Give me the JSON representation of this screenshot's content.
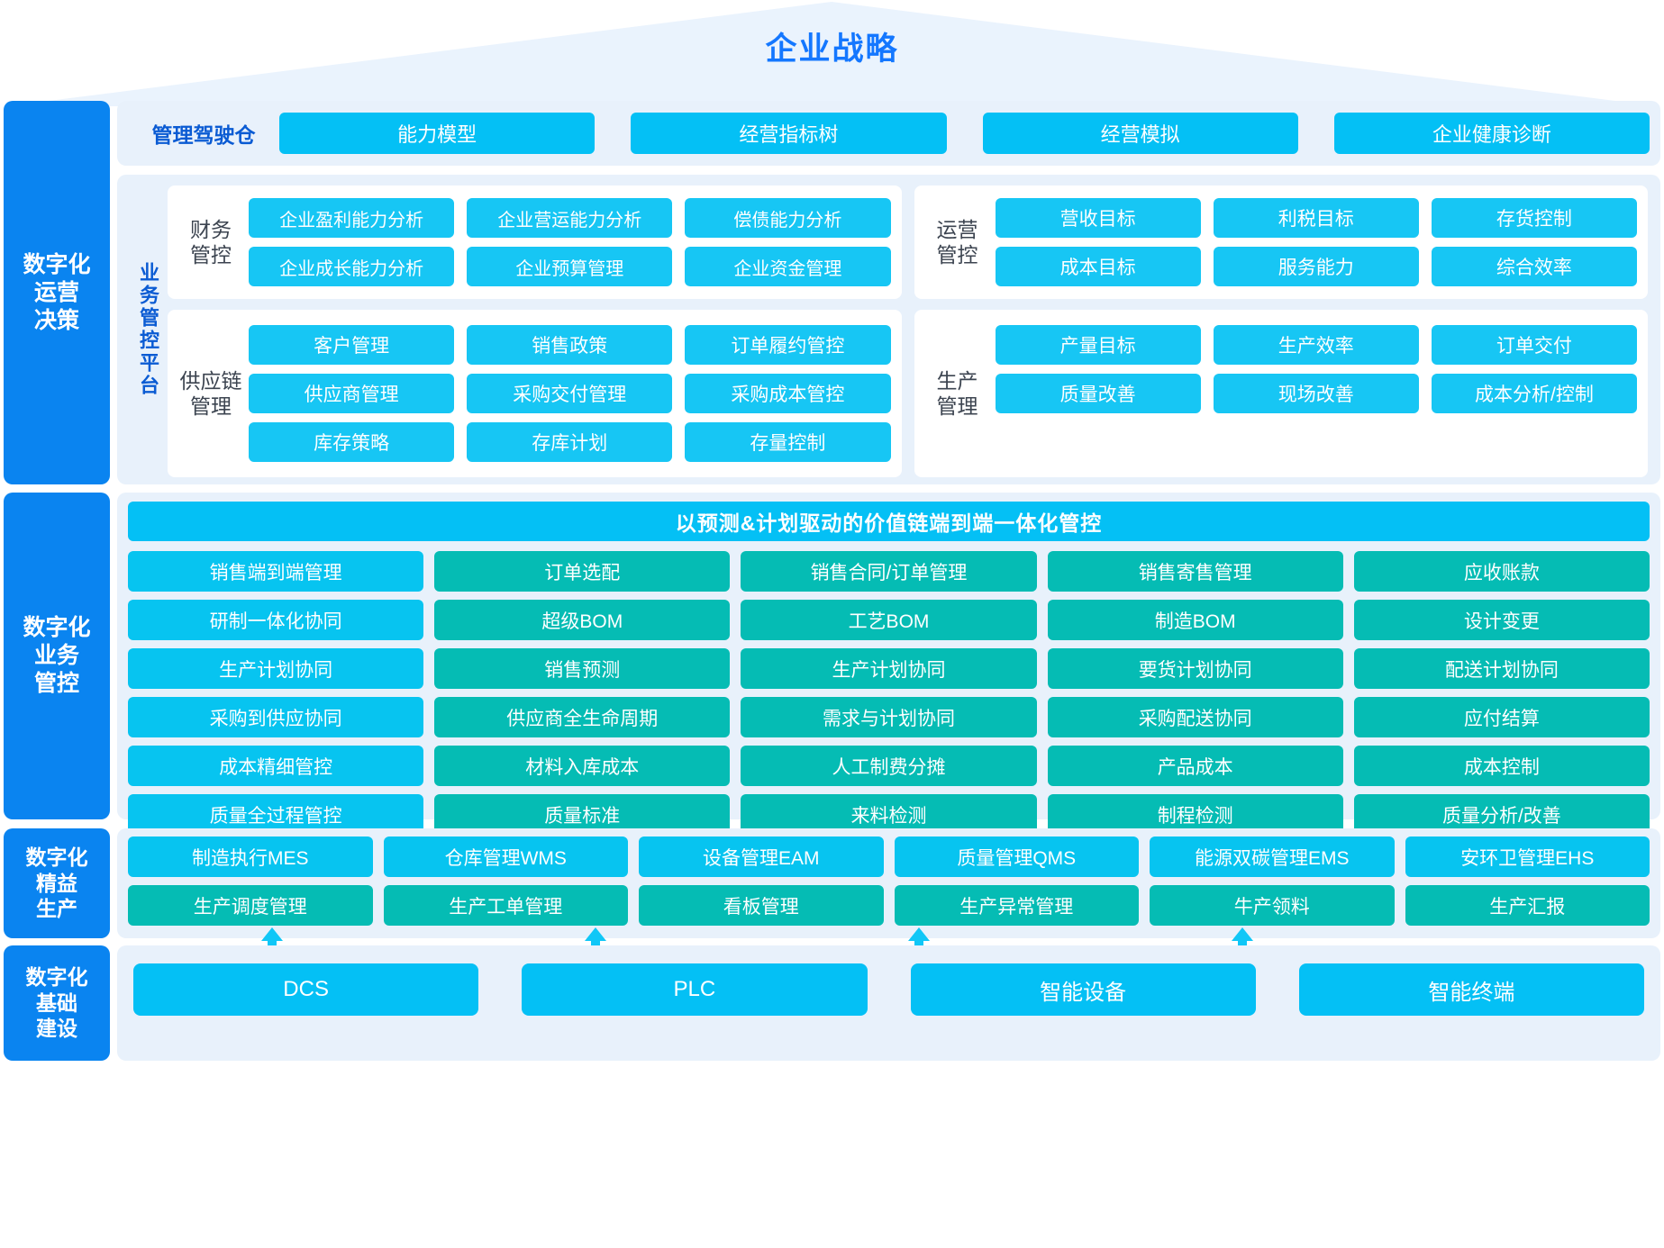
{
  "roof": {
    "title": "企业战略"
  },
  "rails": [
    {
      "name": "digital-operation-decision",
      "lines": [
        "数字化",
        "运营",
        "决策"
      ]
    },
    {
      "name": "digital-business-control",
      "lines": [
        "数字化",
        "业务",
        "管控"
      ]
    },
    {
      "name": "digital-lean-production",
      "lines": [
        "数字化",
        "精益",
        "生产"
      ]
    },
    {
      "name": "digital-infrastructure",
      "lines": [
        "数字化",
        "基础",
        "建设"
      ]
    }
  ],
  "cockpit": {
    "label": "管理驾驶仓",
    "items": [
      "能力模型",
      "经营指标树",
      "经营模拟",
      "企业健康诊断"
    ]
  },
  "platform": {
    "label": "业务管控平台",
    "cards": [
      {
        "title": [
          "财务",
          "管控"
        ],
        "items": [
          "企业盈利能力分析",
          "企业营运能力分析",
          "偿债能力分析",
          "企业成长能力分析",
          "企业预算管理",
          "企业资金管理"
        ]
      },
      {
        "title": [
          "运营",
          "管控"
        ],
        "items": [
          "营收目标",
          "利税目标",
          "存货控制",
          "成本目标",
          "服务能力",
          "综合效率"
        ]
      },
      {
        "title": [
          "供应链",
          "管理"
        ],
        "items": [
          "客户管理",
          "销售政策",
          "订单履约管控",
          "供应商管理",
          "采购交付管理",
          "采购成本管控",
          "库存策略",
          "存库计划",
          "存量控制"
        ]
      },
      {
        "title": [
          "生产",
          "管理"
        ],
        "items": [
          "产量目标",
          "生产效率",
          "订单交付",
          "质量改善",
          "现场改善",
          "成本分析/控制"
        ]
      }
    ]
  },
  "business_control": {
    "banner": "以预测&计划驱动的价值链端到端一体化管控",
    "rows": [
      [
        "销售端到端管理",
        "订单选配",
        "销售合同/订单管理",
        "销售寄售管理",
        "应收账款"
      ],
      [
        "研制一体化协同",
        "超级BOM",
        "工艺BOM",
        "制造BOM",
        "设计变更"
      ],
      [
        "生产计划协同",
        "销售预测",
        "生产计划协同",
        "要货计划协同",
        "配送计划协同"
      ],
      [
        "采购到供应协同",
        "供应商全生命周期",
        "需求与计划协同",
        "采购配送协同",
        "应付结算"
      ],
      [
        "成本精细管控",
        "材料入库成本",
        "人工制费分摊",
        "产品成本",
        "成本控制"
      ],
      [
        "质量全过程管控",
        "质量标准",
        "来料检测",
        "制程检测",
        "质量分析/改善"
      ]
    ]
  },
  "lean_production": {
    "rows": [
      [
        "制造执行MES",
        "仓库管理WMS",
        "设备管理EAM",
        "质量管理QMS",
        "能源双碳管理EMS",
        "安环卫管理EHS"
      ],
      [
        "生产调度管理",
        "生产工单管理",
        "看板管理",
        "生产异常管理",
        "牛产领料",
        "生产汇报"
      ]
    ]
  },
  "infrastructure": {
    "items": [
      "DCS",
      "PLC",
      "智能设备",
      "智能终端"
    ]
  },
  "colors": {
    "roof_fill": "#eaf3fd",
    "rail": "#0a84f0",
    "panel": "#e8f1fb",
    "chip_blue": "#04c0f5",
    "chip_sky": "#17c6f4",
    "chip_teal": "#05bcb4",
    "title_blue": "#1477ff",
    "label_blue": "#0a5bd3"
  }
}
